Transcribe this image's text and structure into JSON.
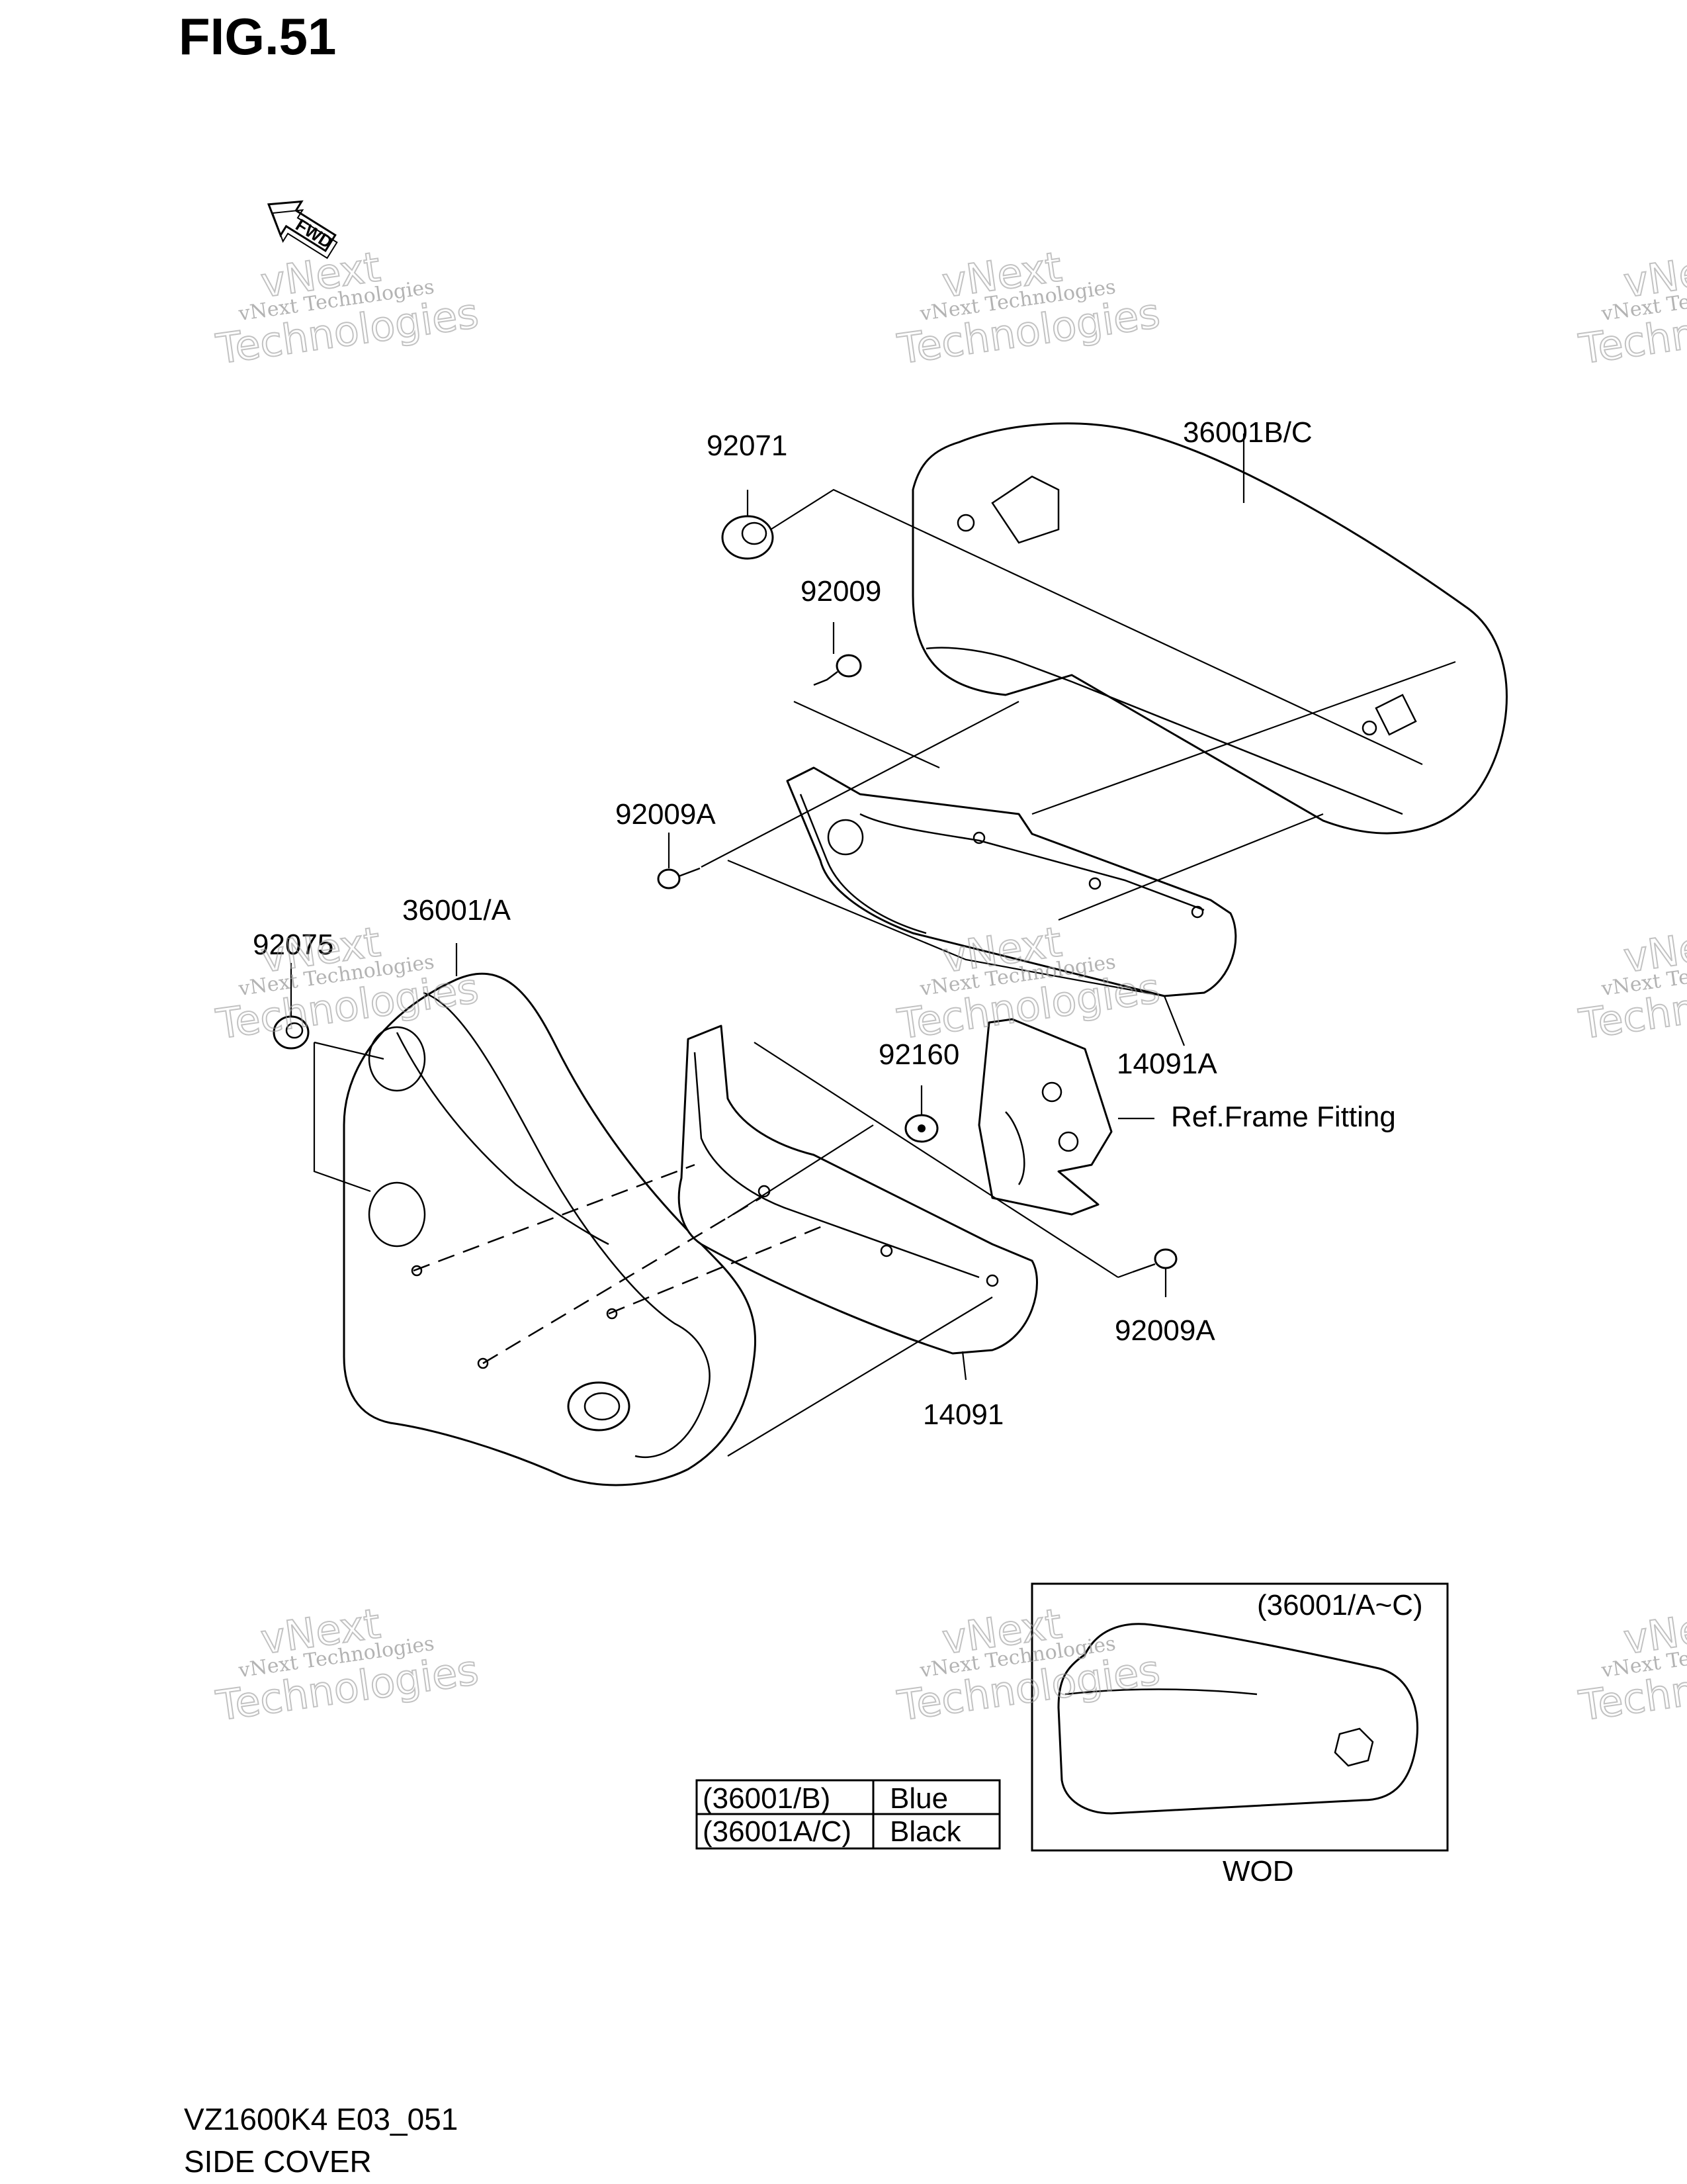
{
  "figure": {
    "title": "FIG.51",
    "footer_model": "VZ1600K4 E03_051",
    "footer_name": "SIDE COVER"
  },
  "fwd_arrow": {
    "label": "FWD",
    "icon": "fwd-arrow-icon"
  },
  "callouts": {
    "c92071": "92071",
    "c36001bc": "36001B/C",
    "c92009": "92009",
    "c92009a_top": "92009A",
    "c36001a": "36001/A",
    "c92075": "92075",
    "c14091a": "14091A",
    "c92160": "92160",
    "ref_frame": "Ref.Frame Fitting",
    "c92009a_bottom": "92009A",
    "c14091": "14091"
  },
  "inset": {
    "label": "(36001/A~C)",
    "caption": "WOD"
  },
  "color_table": {
    "rows": [
      {
        "code": "(36001/B)",
        "color": "Blue"
      },
      {
        "code": "(36001A/C)",
        "color": "Black"
      }
    ]
  },
  "watermark": {
    "line1": "vNext",
    "line2": "vNext Technologies",
    "line3": "Technologies"
  }
}
